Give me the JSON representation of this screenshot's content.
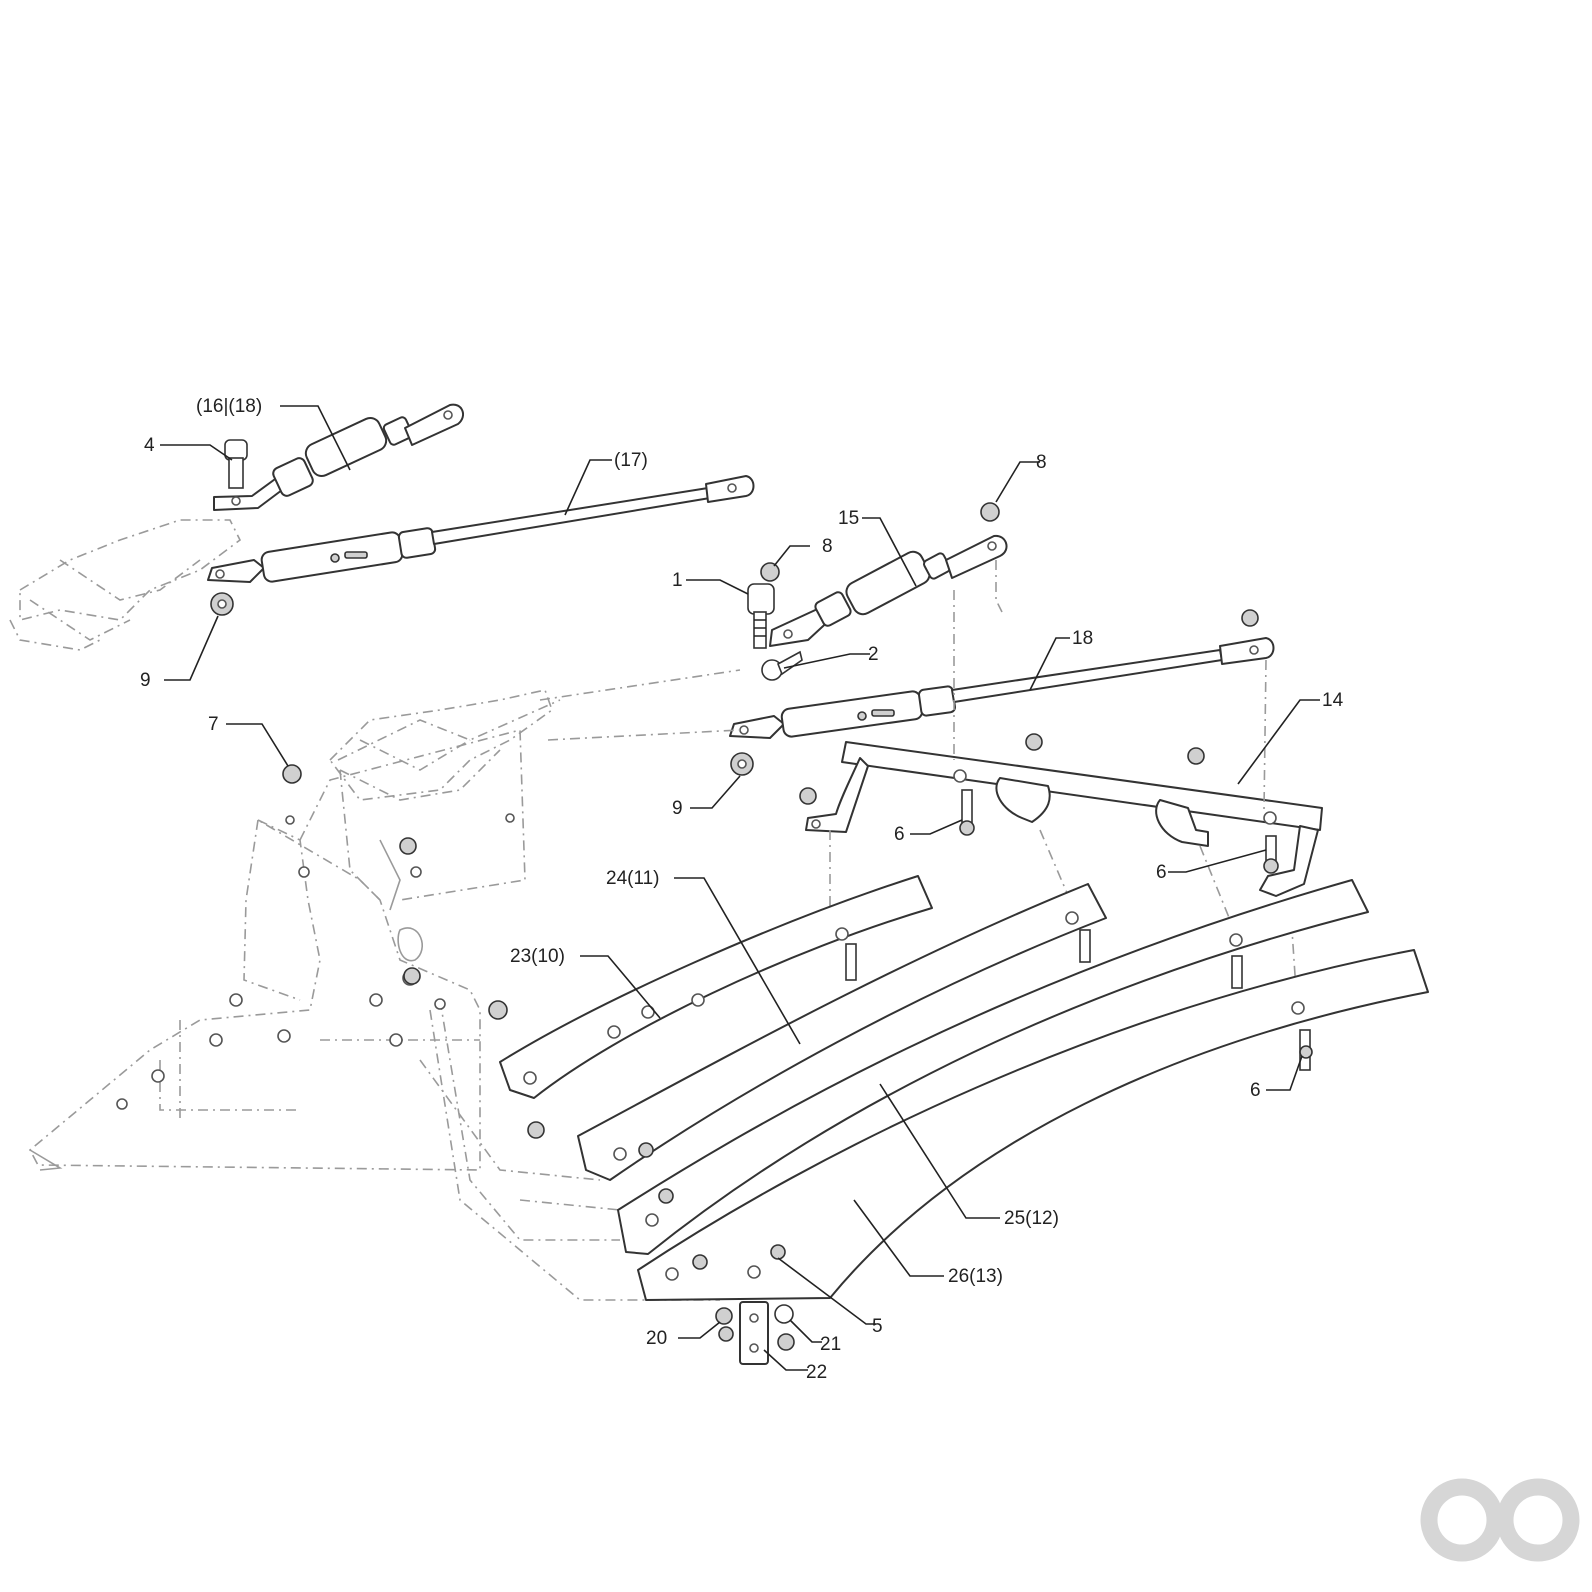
{
  "colors": {
    "line": "#333333",
    "ghost": "#9a9a9a",
    "logo": "#d6d6d6",
    "background": "#ffffff"
  },
  "labels": {
    "c1": "(16|(18)",
    "c2": "4",
    "c3": "(17)",
    "c4": "8",
    "c5": "15",
    "c6": "8",
    "c7": "1",
    "c8": "2",
    "c9": "9",
    "c10": "18",
    "c11": "14",
    "c12": "7",
    "c13": "9",
    "c14": "6",
    "c15": "6",
    "c16": "24(11)",
    "c17": "23(10)",
    "c18": "6",
    "c19": "25(12)",
    "c20": "26(13)",
    "c21": "5",
    "c22": "20",
    "c23": "21",
    "c24": "22"
  },
  "logo": {
    "icon": "ao-logo-icon"
  }
}
